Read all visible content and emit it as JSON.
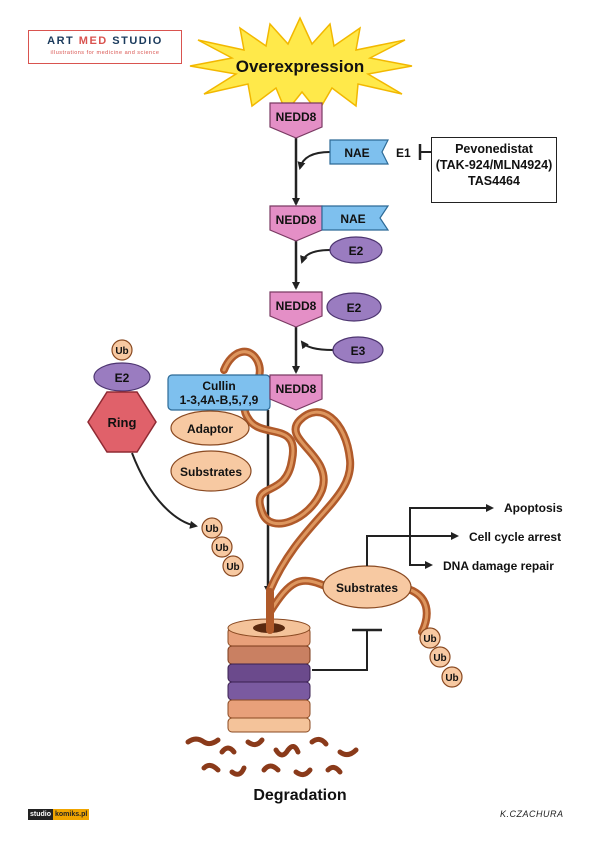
{
  "logo": {
    "part1": "ART ",
    "part2": "MED",
    "part3": " STUDIO",
    "tagline": "illustrations for medicine and science"
  },
  "overexpression": "Overexpression",
  "nedd8": "NEDD8",
  "nae": "NAE",
  "e1": "E1",
  "e2": "E2",
  "e3": "E3",
  "drug": {
    "line1": "Pevonedistat",
    "line2": "(TAK-924/MLN4924)",
    "line3": "TAS4464"
  },
  "ub": "Ub",
  "ring": "Ring",
  "cullin": {
    "line1": "Cullin",
    "line2": "1-3,4A-B,5,7,9"
  },
  "adaptor": "Adaptor",
  "substrates": "Substrates",
  "outcomes": {
    "apoptosis": "Apoptosis",
    "cell_cycle": "Cell cycle arrest",
    "dna_repair": "DNA damage repair"
  },
  "degradation": "Degradation",
  "credit": {
    "studio": "studio",
    "brand": "komiks.pl",
    "signature": "K.CZACHURA"
  },
  "colors": {
    "nedd8": "#e48fc6",
    "nae": "#7ec0ee",
    "e2": "#9a7cc0",
    "ring": "#e0616a",
    "cullin": "#7ec0ee",
    "beige": "#f7c9a2",
    "chain": "#b05a2a",
    "star": "#ffe94a"
  }
}
